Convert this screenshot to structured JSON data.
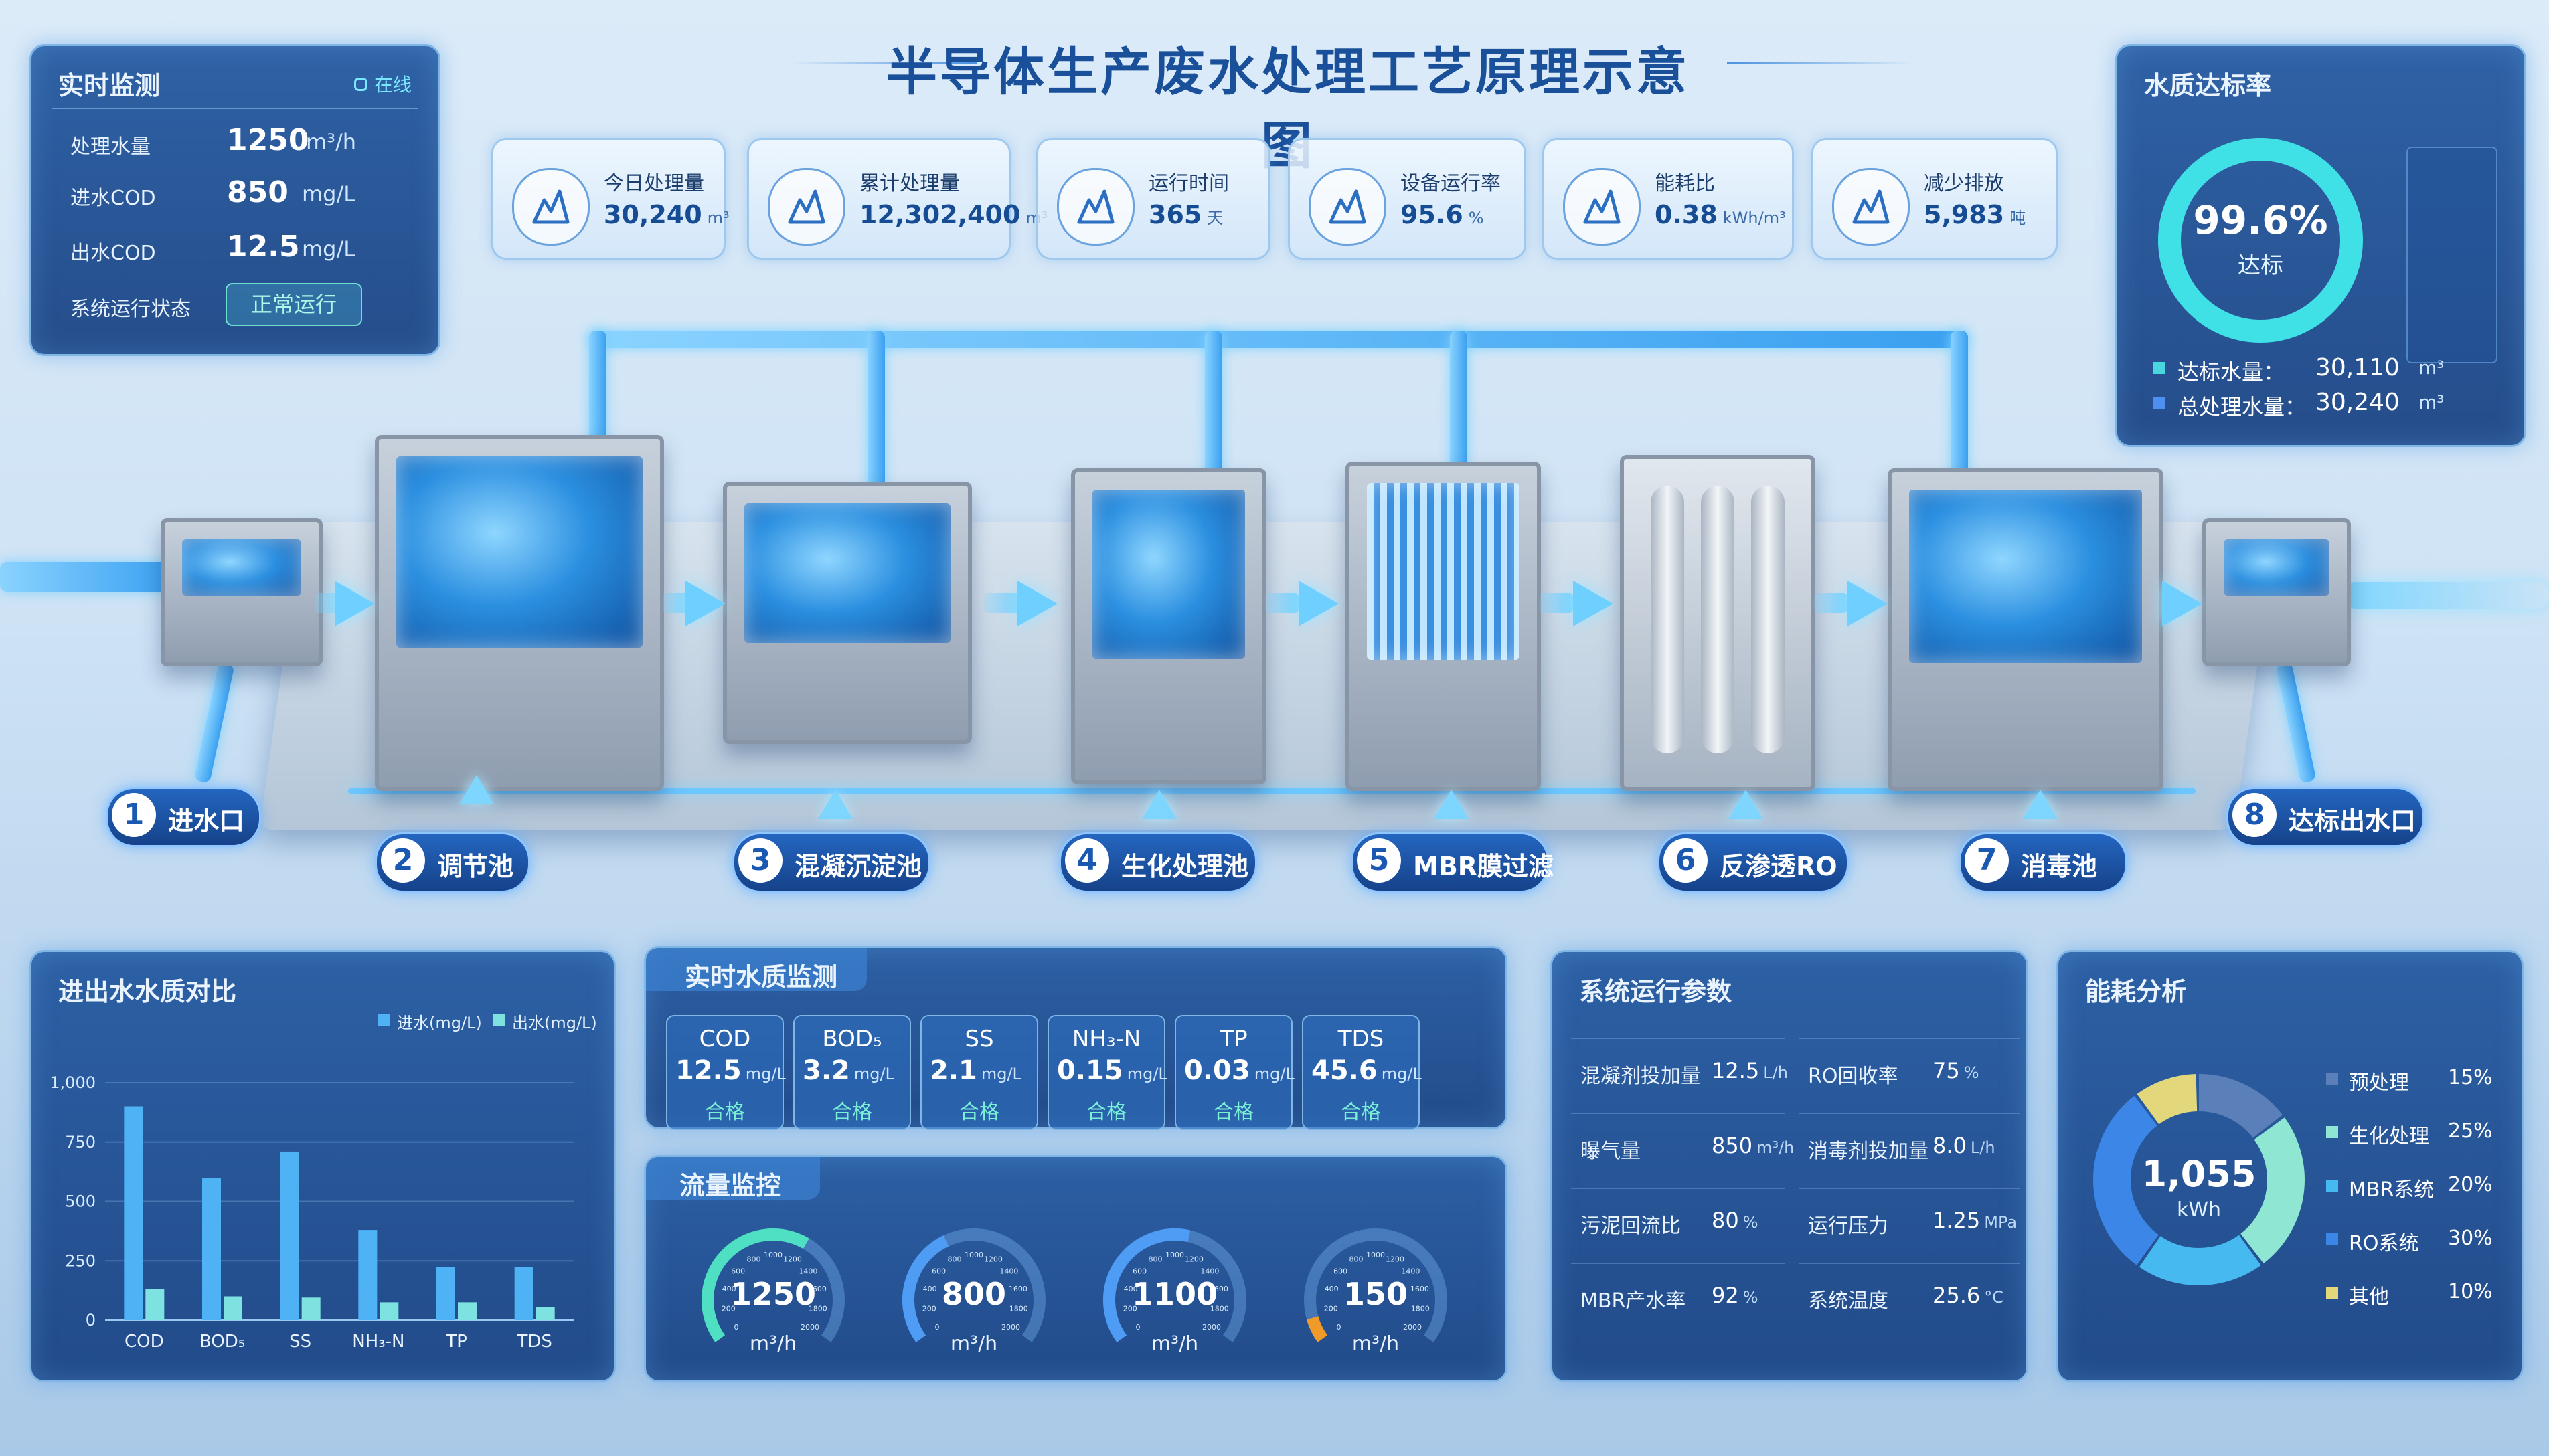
{
  "title": "半导体生产废水处理工艺原理示意图",
  "realtime": {
    "title": "实时监测",
    "status_badge": "在线",
    "rows": [
      {
        "label": "处理水量",
        "value": "1250",
        "unit": "m³/h"
      },
      {
        "label": "进水COD",
        "value": "850",
        "unit": "mg/L"
      },
      {
        "label": "出水COD",
        "value": "12.5",
        "unit": "mg/L"
      }
    ],
    "system_label": "系统运行状态",
    "system_status": "正常运行"
  },
  "kpis": [
    {
      "label": "今日处理量",
      "value": "30,240",
      "unit": "m³",
      "icon": "water-drop-chart-icon"
    },
    {
      "label": "累计处理量",
      "value": "12,302,400",
      "unit": "m³",
      "icon": "bar-chart-icon"
    },
    {
      "label": "运行时间",
      "value": "365",
      "unit": "天",
      "icon": "stopwatch-icon"
    },
    {
      "label": "设备运行率",
      "value": "95.6",
      "unit": "%",
      "icon": "gear-icon"
    },
    {
      "label": "能耗比",
      "value": "0.38",
      "unit": "kWh/m³",
      "icon": "shield-lightning-icon"
    },
    {
      "label": "减少排放",
      "value": "5,983",
      "unit": "吨",
      "icon": "leaf-drop-icon"
    }
  ],
  "compliance": {
    "title": "水质达标率",
    "percent": "99.6%",
    "percent_value": 99.6,
    "sub": "达标",
    "rows": [
      {
        "label": "达标水量：",
        "value": "30,110",
        "unit": "m³",
        "color": "#49d6e0"
      },
      {
        "label": "总处理水量：",
        "value": "30,240",
        "unit": "m³",
        "color": "#4f8ff0"
      }
    ]
  },
  "steps": [
    {
      "num": "1",
      "label": "进水口"
    },
    {
      "num": "2",
      "label": "调节池"
    },
    {
      "num": "3",
      "label": "混凝沉淀池"
    },
    {
      "num": "4",
      "label": "生化处理池"
    },
    {
      "num": "5",
      "label": "MBR膜过滤"
    },
    {
      "num": "6",
      "label": "反渗透RO"
    },
    {
      "num": "7",
      "label": "消毒池"
    },
    {
      "num": "8",
      "label": "达标出水口"
    }
  ],
  "chart": {
    "title": "进出水水质对比",
    "legend_in": "进水(mg/L)",
    "legend_out": "出水(mg/L)",
    "color_in": "#4fb2f5",
    "color_out": "#7ee3e0"
  },
  "chart_data": {
    "type": "bar",
    "categories": [
      "COD",
      "BOD₅",
      "SS",
      "NH₃-N",
      "TP",
      "TDS"
    ],
    "series": [
      {
        "name": "进水(mg/L)",
        "values": [
          900,
          600,
          710,
          380,
          225,
          225
        ]
      },
      {
        "name": "出水(mg/L)",
        "values": [
          130,
          100,
          95,
          75,
          75,
          55
        ]
      }
    ],
    "yticks": [
      "0",
      "250",
      "500",
      "750",
      "1,000"
    ],
    "ylim": [
      0,
      1000
    ]
  },
  "wq": {
    "title": "实时水质监测",
    "items": [
      {
        "name": "COD",
        "value": "12.5",
        "unit": "mg/L",
        "status": "合格"
      },
      {
        "name": "BOD₅",
        "value": "3.2",
        "unit": "mg/L",
        "status": "合格"
      },
      {
        "name": "SS",
        "value": "2.1",
        "unit": "mg/L",
        "status": "合格"
      },
      {
        "name": "NH₃-N",
        "value": "0.15",
        "unit": "mg/L",
        "status": "合格"
      },
      {
        "name": "TP",
        "value": "0.03",
        "unit": "mg/L",
        "status": "合格"
      },
      {
        "name": "TDS",
        "value": "45.6",
        "unit": "mg/L",
        "status": "合格"
      }
    ]
  },
  "flow": {
    "title": "流量监控",
    "gauges": [
      {
        "value": "1250",
        "unit": "m³/h",
        "fraction": 0.62,
        "color": "#4fe0c4"
      },
      {
        "value": "800",
        "unit": "m³/h",
        "fraction": 0.4,
        "color": "#4f9cf5"
      },
      {
        "value": "1100",
        "unit": "m³/h",
        "fraction": 0.55,
        "color": "#4f9cf5"
      },
      {
        "value": "150",
        "unit": "m³/h",
        "fraction": 0.08,
        "color": "#f09a2a"
      }
    ],
    "ticks": [
      "0",
      "200",
      "400",
      "600",
      "800",
      "1000",
      "1200",
      "1400",
      "1600",
      "1800",
      "2000"
    ]
  },
  "params": {
    "title": "系统运行参数",
    "items": [
      {
        "label": "混凝剂投加量",
        "value": "12.5",
        "unit": "L/h"
      },
      {
        "label": "RO回收率",
        "value": "75",
        "unit": "%"
      },
      {
        "label": "曝气量",
        "value": "850",
        "unit": "m³/h"
      },
      {
        "label": "消毒剂投加量",
        "value": "8.0",
        "unit": "L/h"
      },
      {
        "label": "污泥回流比",
        "value": "80",
        "unit": "%"
      },
      {
        "label": "运行压力",
        "value": "1.25",
        "unit": "MPa"
      },
      {
        "label": "MBR产水率",
        "value": "92",
        "unit": "%"
      },
      {
        "label": "系统温度",
        "value": "25.6",
        "unit": "°C"
      }
    ]
  },
  "energy": {
    "title": "能耗分析",
    "total": "1,055",
    "total_unit": "kWh",
    "items": [
      {
        "label": "预处理",
        "pct": "15%",
        "value": 15,
        "color": "#5b7fb8"
      },
      {
        "label": "生化处理",
        "pct": "25%",
        "value": 25,
        "color": "#8fe6d2"
      },
      {
        "label": "MBR系统",
        "pct": "20%",
        "value": 20,
        "color": "#46b9f0"
      },
      {
        "label": "RO系统",
        "pct": "30%",
        "value": 30,
        "color": "#3b86e6"
      },
      {
        "label": "其他",
        "pct": "10%",
        "value": 10,
        "color": "#e2d77a"
      }
    ]
  }
}
